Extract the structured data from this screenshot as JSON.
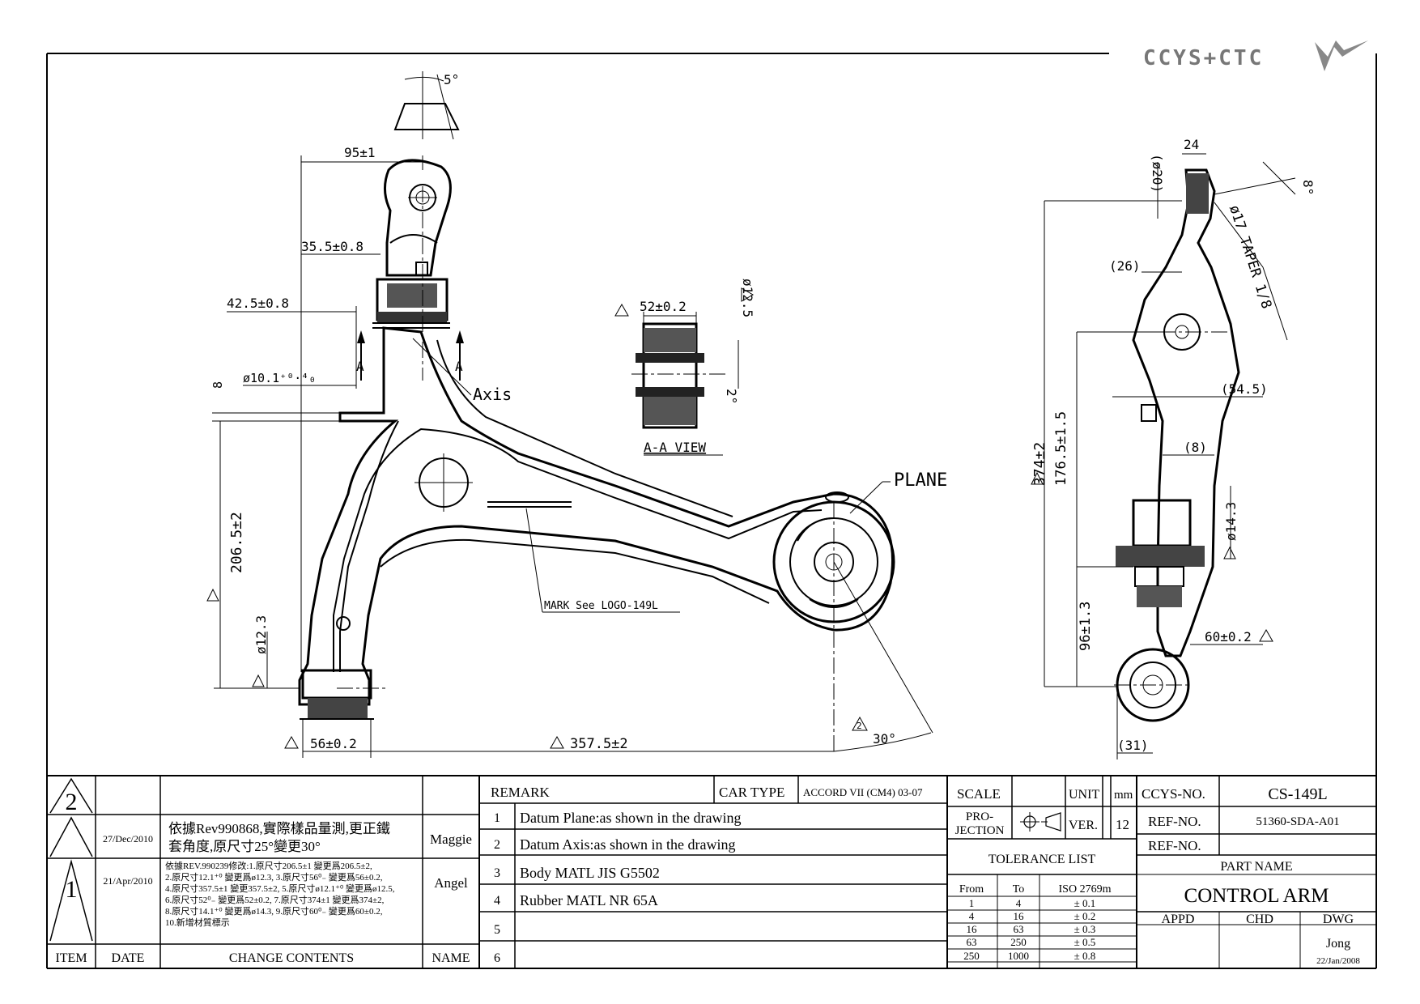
{
  "brand": {
    "logo_text": "CCYS+CTC"
  },
  "dims_front": {
    "d95": "95±1",
    "d35_5": "35.5±0.8",
    "d42_5": "42.5±0.8",
    "d10_1": "ø10.1⁺⁰·⁴₀",
    "d8": "8",
    "d206_5": "206.5±2",
    "d12_3": "ø12.3",
    "d56": "56±0.2",
    "d357_5": "357.5±2",
    "a5": "5°",
    "a30": "30°",
    "sec_a": "A",
    "axis": "Axis",
    "plane": "PLANE",
    "mark": "MARK See LOGO-149L",
    "tri2": "2"
  },
  "dims_section": {
    "d52": "52±0.2",
    "d12_5": "ø12.5",
    "a2": "2°",
    "title": "A-A VIEW"
  },
  "dims_side": {
    "d20": "(ø20)",
    "d24": "24",
    "a8": "8°",
    "d17taper": "ø17 TAPER 1/8",
    "d26": "(26)",
    "d54_5": "(54.5)",
    "d8p": "(8)",
    "d374": "374±2",
    "d176_5": "176.5±1.5",
    "d14_3": "ø14.3",
    "d96": "96±1.3",
    "d60": "60±0.2",
    "d31": "(31)"
  },
  "revisions": {
    "rows": [
      {
        "item": "2",
        "date": "27/Dec/2010",
        "content_line1": "依據Rev990868,實際樣品量測,更正鐵",
        "content_line2": "套角度,原尺寸25°變更30°",
        "name": "Maggie"
      },
      {
        "item": "1",
        "date": "21/Apr/2010",
        "content_lines": [
          "依據REV.990239修改:1.原尺寸206.5±1 變更爲206.5±2,",
          "2.原尺寸12.1⁺⁰ 變更爲ø12.3, 3.原尺寸56⁰₋ 變更爲56±0.2,",
          "4.原尺寸357.5±1 變更357.5±2, 5.原尺寸ø12.1⁺⁰ 變更爲ø12.5,",
          "6.原尺寸52⁰₋ 變更爲52±0.2, 7.原尺寸374±1 變更爲374±2,",
          "8.原尺寸14.1⁺⁰ 變更爲ø14.3, 9.原尺寸60⁰₋ 變更爲60±0.2,",
          "10.新增材質標示"
        ],
        "name": "Angel"
      }
    ],
    "headers": {
      "item": "ITEM",
      "date": "DATE",
      "content": "CHANGE CONTENTS",
      "name": "NAME"
    }
  },
  "remarks": {
    "header": "REMARK",
    "car_type_label": "CAR TYPE",
    "car_type_value": "ACCORD VII (CM4) 03-07",
    "items": [
      {
        "no": "1",
        "text": "Datum Plane:as shown in the drawing"
      },
      {
        "no": "2",
        "text": "Datum Axis:as shown in the drawing"
      },
      {
        "no": "3",
        "text": "Body MATL JIS G5502"
      },
      {
        "no": "4",
        "text": "Rubber MATL NR 65A"
      },
      {
        "no": "5",
        "text": ""
      },
      {
        "no": "6",
        "text": ""
      }
    ]
  },
  "title_block": {
    "scale_label": "SCALE",
    "unit_label": "UNIT",
    "unit_value": "mm",
    "projection_label_1": "PRO-",
    "projection_label_2": "JECTION",
    "ver_label": "VER.",
    "ver_value": "12",
    "ccys_no_label": "CCYS-NO.",
    "ccys_no_value": "CS-149L",
    "ref_no_label": "REF-NO.",
    "ref_no_value": "51360-SDA-A01",
    "ref_no2_label": "REF-NO.",
    "part_name_label": "PART NAME",
    "part_name_value": "CONTROL ARM",
    "appd_label": "APPD",
    "chd_label": "CHD",
    "dwg_label": "DWG",
    "dwg_name": "Jong",
    "dwg_date": "22/Jan/2008",
    "tolerance_title": "TOLERANCE LIST",
    "tol_headers": [
      "From",
      "To",
      "ISO 2769m"
    ],
    "tol_rows": [
      [
        "1",
        "4",
        "± 0.1"
      ],
      [
        "4",
        "16",
        "± 0.2"
      ],
      [
        "16",
        "63",
        "± 0.3"
      ],
      [
        "63",
        "250",
        "± 0.5"
      ],
      [
        "250",
        "1000",
        "± 0.8"
      ]
    ]
  }
}
